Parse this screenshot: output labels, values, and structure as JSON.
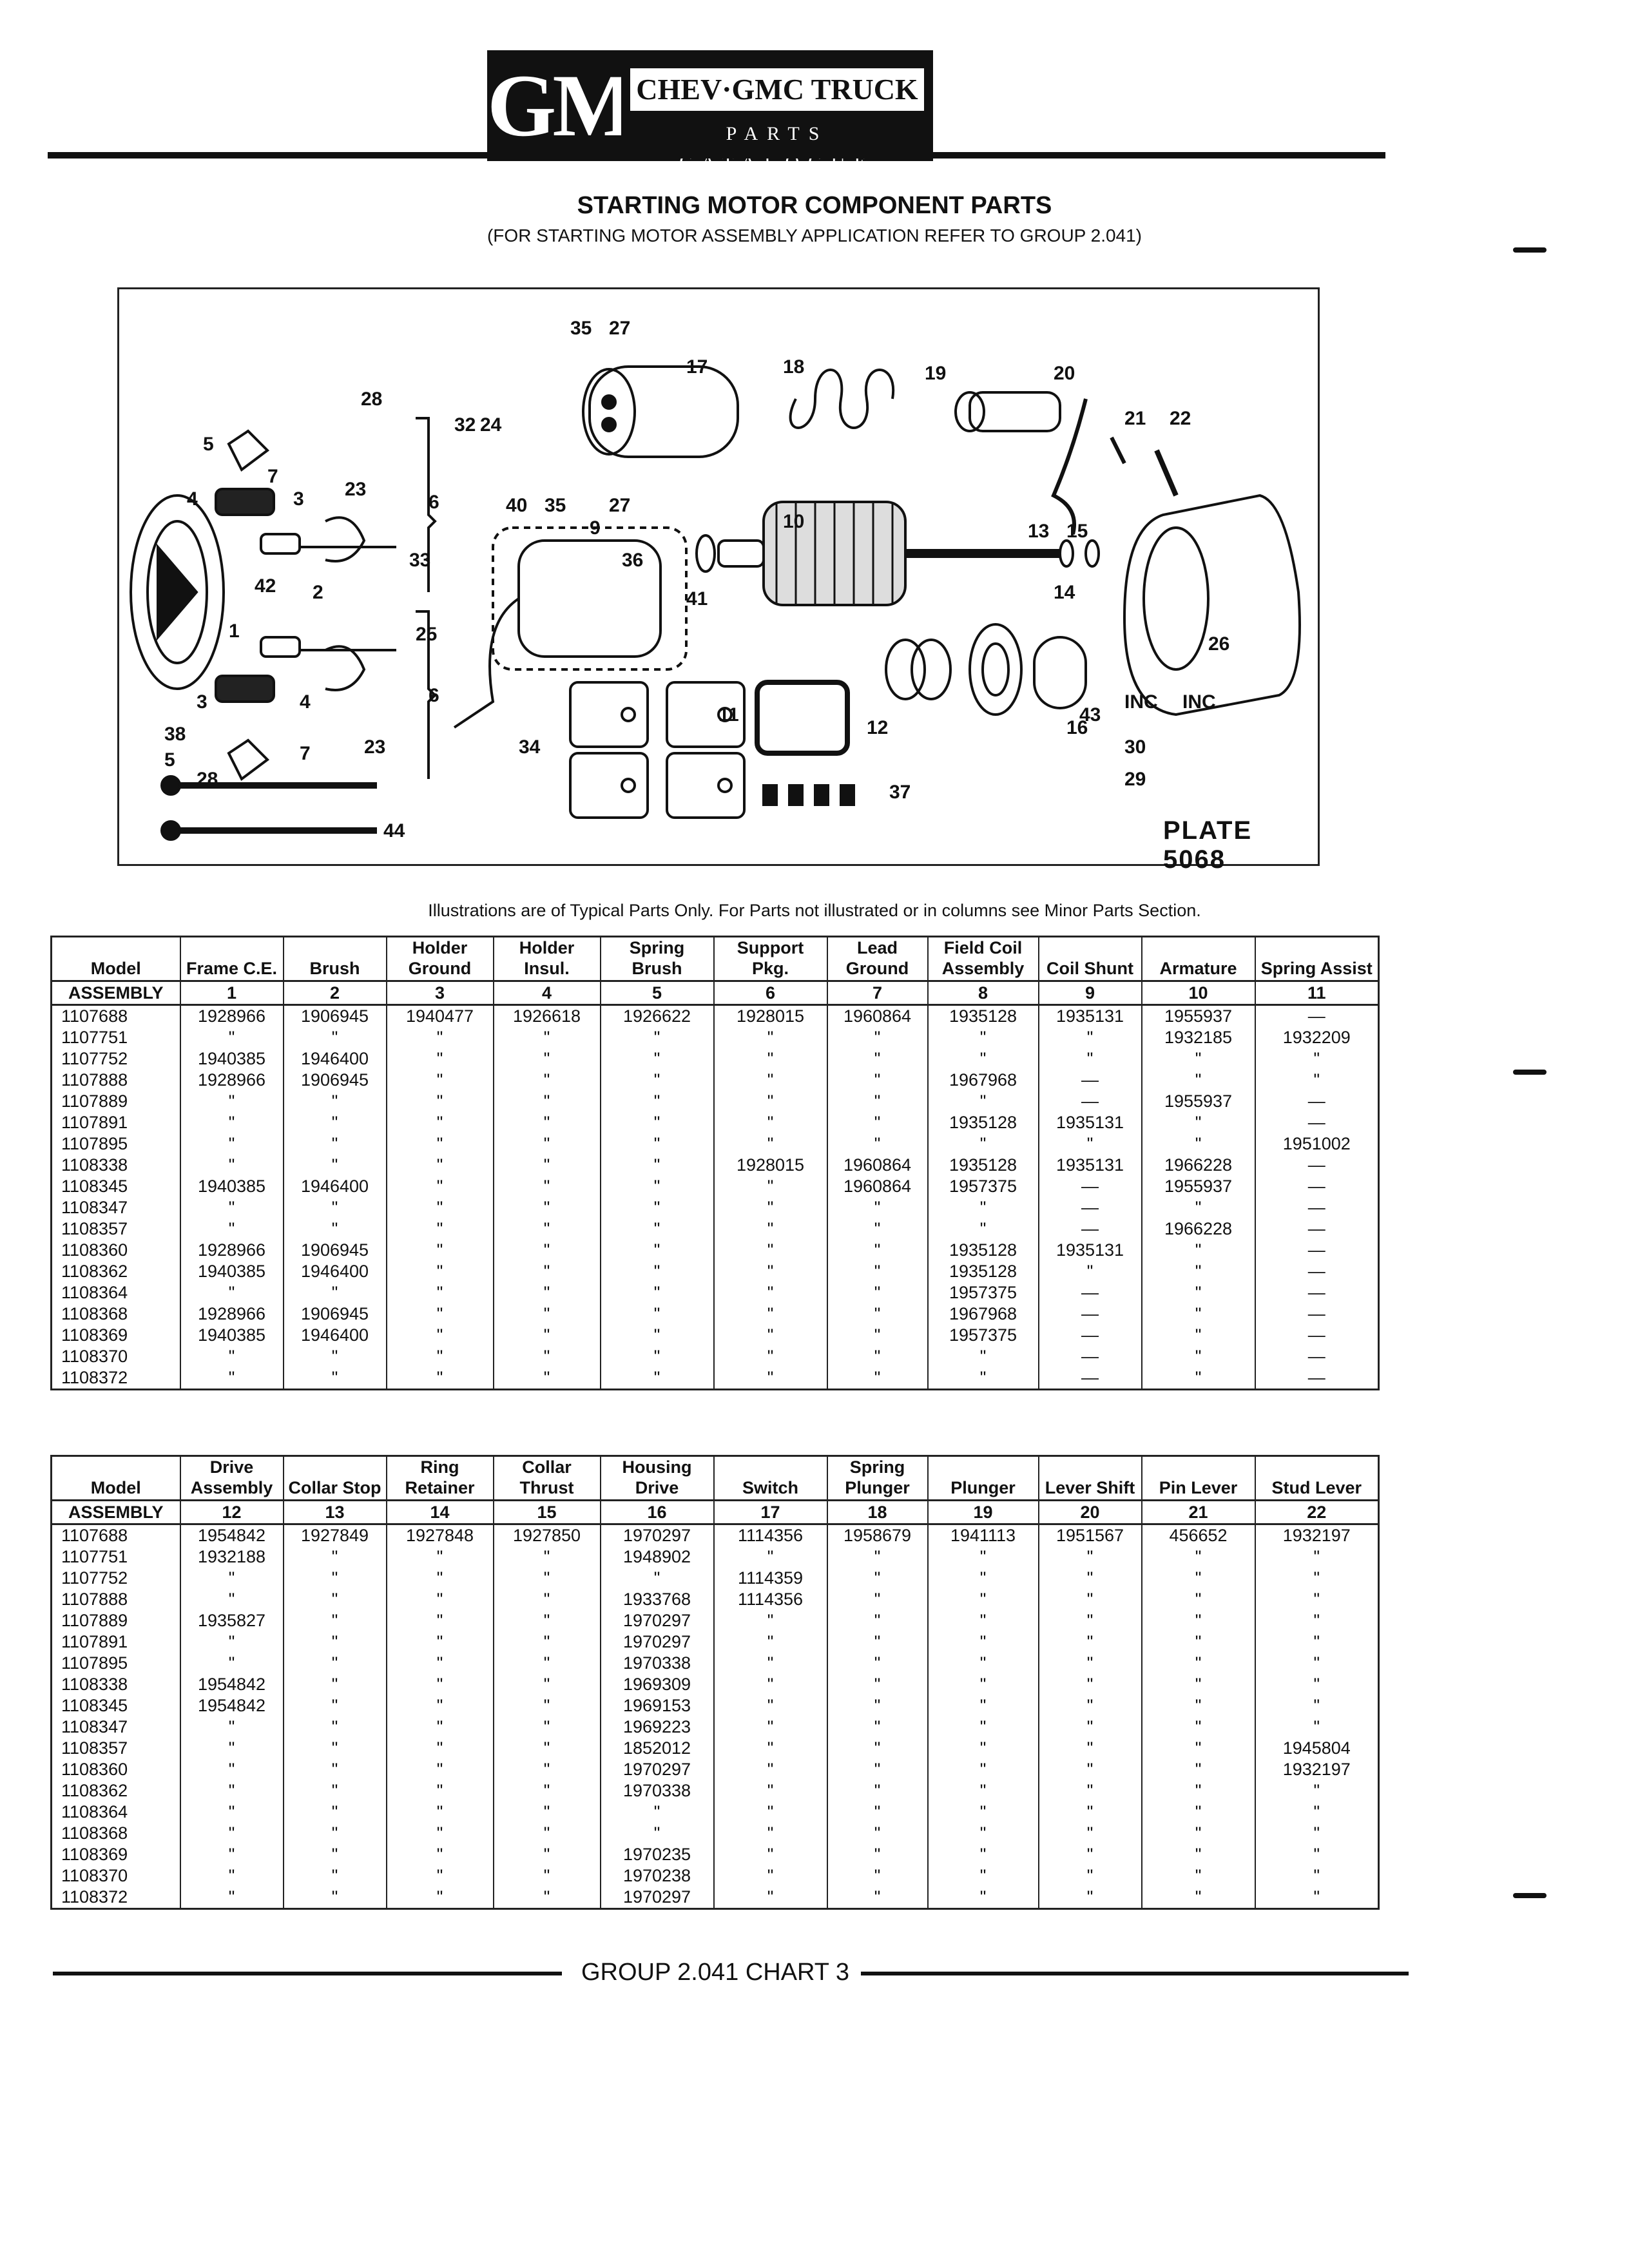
{
  "header": {
    "logo_text": "GM",
    "brand_title": "CHEV·GMC TRUCK",
    "brand_subtitle": "PARTS CATALOGUE"
  },
  "title": "STARTING MOTOR COMPONENT PARTS",
  "subtitle": "(FOR STARTING MOTOR ASSEMBLY APPLICATION REFER TO GROUP 2.041)",
  "illustration": {
    "plate_label": "PLATE 5068",
    "callouts": [
      "35",
      "27",
      "17",
      "18",
      "19",
      "20",
      "21",
      "22",
      "28",
      "32",
      "24",
      "5",
      "7",
      "23",
      "6",
      "40",
      "35",
      "27",
      "4",
      "3",
      "9",
      "10",
      "36",
      "13",
      "15",
      "33",
      "2",
      "42",
      "14",
      "25",
      "1",
      "41",
      "26",
      "6",
      "3",
      "4",
      "7",
      "23",
      "11",
      "12",
      "43",
      "16",
      "INC",
      "30",
      "29",
      "INC",
      "38",
      "5",
      "28",
      "44",
      "34",
      "37"
    ]
  },
  "note": "Illustrations are of Typical Parts Only. For Parts not illustrated or in columns see Minor Parts Section.",
  "table1": {
    "headers": [
      "Model",
      "Frame C.E.",
      "Brush",
      "Holder Ground",
      "Holder Insul.",
      "Spring Brush",
      "Support Pkg.",
      "Lead Ground",
      "Field Coil Assembly",
      "Coil Shunt",
      "Armature",
      "Spring Assist"
    ],
    "key_row": [
      "ASSEMBLY",
      "1",
      "2",
      "3",
      "4",
      "5",
      "6",
      "7",
      "8",
      "9",
      "10",
      "11"
    ],
    "rows": [
      [
        "1107688",
        "1928966",
        "1906945",
        "1940477",
        "1926618",
        "1926622",
        "1928015",
        "1960864",
        "1935128",
        "1935131",
        "1955937",
        "—"
      ],
      [
        "1107751",
        "\"",
        "\"",
        "\"",
        "\"",
        "\"",
        "\"",
        "\"",
        "\"",
        "\"",
        "1932185",
        "1932209"
      ],
      [
        "1107752",
        "1940385",
        "1946400",
        "\"",
        "\"",
        "\"",
        "\"",
        "\"",
        "\"",
        "\"",
        "\"",
        "\""
      ],
      [
        "1107888",
        "1928966",
        "1906945",
        "\"",
        "\"",
        "\"",
        "\"",
        "\"",
        "1967968",
        "—",
        "\"",
        "\""
      ],
      [
        "1107889",
        "\"",
        "\"",
        "\"",
        "\"",
        "\"",
        "\"",
        "\"",
        "\"",
        "—",
        "1955937",
        "—"
      ],
      [
        "1107891",
        "\"",
        "\"",
        "\"",
        "\"",
        "\"",
        "\"",
        "\"",
        "1935128",
        "1935131",
        "\"",
        "—"
      ],
      [
        "1107895",
        "\"",
        "\"",
        "\"",
        "\"",
        "\"",
        "\"",
        "\"",
        "\"",
        "\"",
        "\"",
        "1951002"
      ],
      [
        "1108338",
        "\"",
        "\"",
        "\"",
        "\"",
        "\"",
        "1928015",
        "1960864",
        "1935128",
        "1935131",
        "1966228",
        "—"
      ],
      [
        "1108345",
        "1940385",
        "1946400",
        "\"",
        "\"",
        "\"",
        "\"",
        "1960864",
        "1957375",
        "—",
        "1955937",
        "—"
      ],
      [
        "1108347",
        "\"",
        "\"",
        "\"",
        "\"",
        "\"",
        "\"",
        "\"",
        "\"",
        "—",
        "\"",
        "—"
      ],
      [
        "1108357",
        "\"",
        "\"",
        "\"",
        "\"",
        "\"",
        "\"",
        "\"",
        "\"",
        "—",
        "1966228",
        "—"
      ],
      [
        "1108360",
        "1928966",
        "1906945",
        "\"",
        "\"",
        "\"",
        "\"",
        "\"",
        "1935128",
        "1935131",
        "\"",
        "—"
      ],
      [
        "1108362",
        "1940385",
        "1946400",
        "\"",
        "\"",
        "\"",
        "\"",
        "\"",
        "1935128",
        "\"",
        "\"",
        "—"
      ],
      [
        "1108364",
        "\"",
        "\"",
        "\"",
        "\"",
        "\"",
        "\"",
        "\"",
        "1957375",
        "—",
        "\"",
        "—"
      ],
      [
        "1108368",
        "1928966",
        "1906945",
        "\"",
        "\"",
        "\"",
        "\"",
        "\"",
        "1967968",
        "—",
        "\"",
        "—"
      ],
      [
        "1108369",
        "1940385",
        "1946400",
        "\"",
        "\"",
        "\"",
        "\"",
        "\"",
        "1957375",
        "—",
        "\"",
        "—"
      ],
      [
        "1108370",
        "\"",
        "\"",
        "\"",
        "\"",
        "\"",
        "\"",
        "\"",
        "\"",
        "—",
        "\"",
        "—"
      ],
      [
        "1108372",
        "\"",
        "\"",
        "\"",
        "\"",
        "\"",
        "\"",
        "\"",
        "\"",
        "—",
        "\"",
        "—"
      ]
    ]
  },
  "table2": {
    "headers": [
      "Model",
      "Drive Assembly",
      "Collar Stop",
      "Ring Retainer",
      "Collar Thrust",
      "Housing Drive",
      "Switch",
      "Spring Plunger",
      "Plunger",
      "Lever Shift",
      "Pin Lever",
      "Stud Lever"
    ],
    "key_row": [
      "ASSEMBLY",
      "12",
      "13",
      "14",
      "15",
      "16",
      "17",
      "18",
      "19",
      "20",
      "21",
      "22"
    ],
    "rows": [
      [
        "1107688",
        "1954842",
        "1927849",
        "1927848",
        "1927850",
        "1970297",
        "1114356",
        "1958679",
        "1941113",
        "1951567",
        "456652",
        "1932197"
      ],
      [
        "1107751",
        "1932188",
        "\"",
        "\"",
        "\"",
        "1948902",
        "\"",
        "\"",
        "\"",
        "\"",
        "\"",
        "\""
      ],
      [
        "1107752",
        "\"",
        "\"",
        "\"",
        "\"",
        "\"",
        "1114359",
        "\"",
        "\"",
        "\"",
        "\"",
        "\""
      ],
      [
        "1107888",
        "\"",
        "\"",
        "\"",
        "\"",
        "1933768",
        "1114356",
        "\"",
        "\"",
        "\"",
        "\"",
        "\""
      ],
      [
        "1107889",
        "1935827",
        "\"",
        "\"",
        "\"",
        "1970297",
        "\"",
        "\"",
        "\"",
        "\"",
        "\"",
        "\""
      ],
      [
        "1107891",
        "\"",
        "\"",
        "\"",
        "\"",
        "1970297",
        "\"",
        "\"",
        "\"",
        "\"",
        "\"",
        "\""
      ],
      [
        "1107895",
        "\"",
        "\"",
        "\"",
        "\"",
        "1970338",
        "\"",
        "\"",
        "\"",
        "\"",
        "\"",
        "\""
      ],
      [
        "1108338",
        "1954842",
        "\"",
        "\"",
        "\"",
        "1969309",
        "\"",
        "\"",
        "\"",
        "\"",
        "\"",
        "\""
      ],
      [
        "1108345",
        "1954842",
        "\"",
        "\"",
        "\"",
        "1969153",
        "\"",
        "\"",
        "\"",
        "\"",
        "\"",
        "\""
      ],
      [
        "1108347",
        "\"",
        "\"",
        "\"",
        "\"",
        "1969223",
        "\"",
        "\"",
        "\"",
        "\"",
        "\"",
        "\""
      ],
      [
        "1108357",
        "\"",
        "\"",
        "\"",
        "\"",
        "1852012",
        "\"",
        "\"",
        "\"",
        "\"",
        "\"",
        "1945804"
      ],
      [
        "1108360",
        "\"",
        "\"",
        "\"",
        "\"",
        "1970297",
        "\"",
        "\"",
        "\"",
        "\"",
        "\"",
        "1932197"
      ],
      [
        "1108362",
        "\"",
        "\"",
        "\"",
        "\"",
        "1970338",
        "\"",
        "\"",
        "\"",
        "\"",
        "\"",
        "\""
      ],
      [
        "1108364",
        "\"",
        "\"",
        "\"",
        "\"",
        "\"",
        "\"",
        "\"",
        "\"",
        "\"",
        "\"",
        "\""
      ],
      [
        "1108368",
        "\"",
        "\"",
        "\"",
        "\"",
        "\"",
        "\"",
        "\"",
        "\"",
        "\"",
        "\"",
        "\""
      ],
      [
        "1108369",
        "\"",
        "\"",
        "\"",
        "\"",
        "1970235",
        "\"",
        "\"",
        "\"",
        "\"",
        "\"",
        "\""
      ],
      [
        "1108370",
        "\"",
        "\"",
        "\"",
        "\"",
        "1970238",
        "\"",
        "\"",
        "\"",
        "\"",
        "\"",
        "\""
      ],
      [
        "1108372",
        "\"",
        "\"",
        "\"",
        "\"",
        "1970297",
        "\"",
        "\"",
        "\"",
        "\"",
        "\"",
        "\""
      ]
    ]
  },
  "footer": "GROUP 2.041 CHART 3"
}
